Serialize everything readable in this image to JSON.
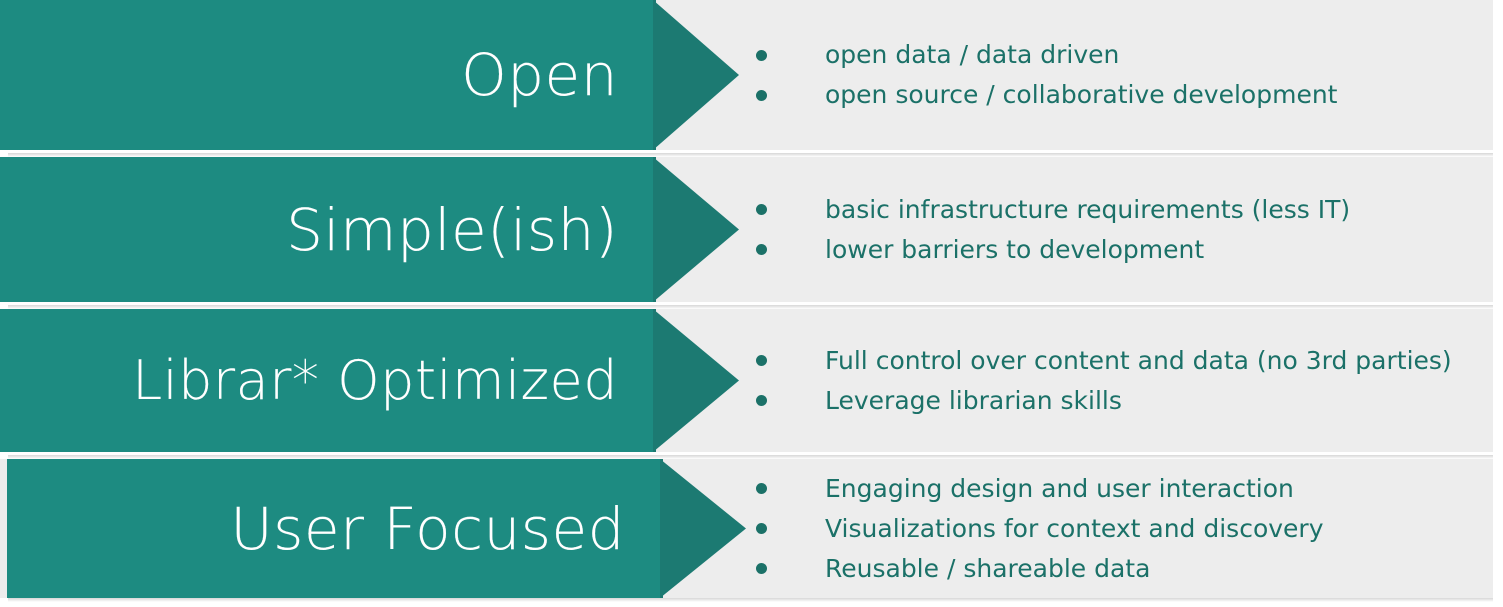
{
  "theme": {
    "arrow_body_color": "#1d8b81",
    "arrow_head_color": "#1c7a72",
    "panel_color": "#ededed",
    "label_color": "#ffffff",
    "bullet_color": "#1b7168"
  },
  "rows": [
    {
      "label": "Open",
      "bullets": [
        "open data / data driven",
        "open source / collaborative development"
      ]
    },
    {
      "label": "Simple(ish)",
      "bullets": [
        "basic infrastructure requirements (less IT)",
        "lower barriers to development"
      ]
    },
    {
      "label": "Librar* Optimized",
      "bullets": [
        "Full control over content and data (no 3rd parties)",
        "Leverage librarian skills"
      ]
    },
    {
      "label": "User Focused",
      "bullets": [
        "Engaging design and user interaction",
        "Visualizations for context and discovery",
        "Reusable / shareable data"
      ]
    }
  ]
}
